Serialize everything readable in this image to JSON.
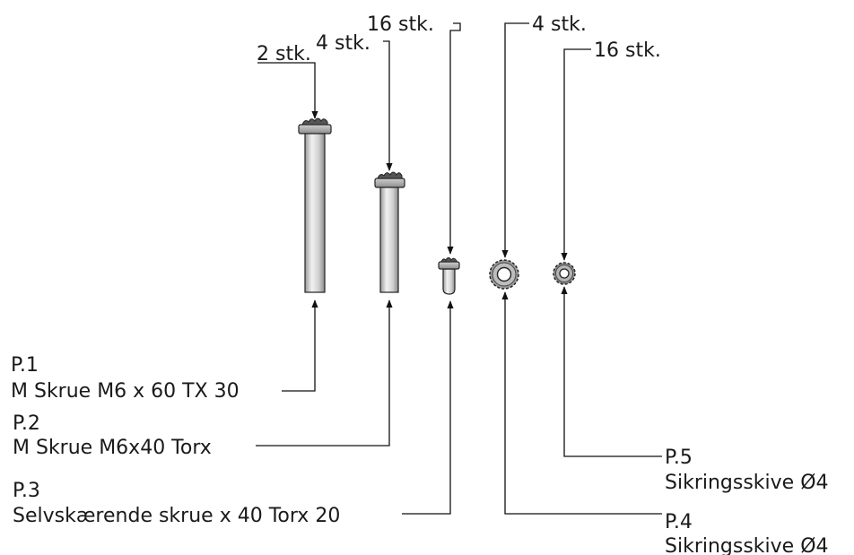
{
  "parts": [
    {
      "id": "P.1",
      "desc": "M Skrue M6 x 60 TX 30",
      "qty": "2 stk."
    },
    {
      "id": "P.2",
      "desc": "M Skrue M6x40 Torx",
      "qty": "4 stk."
    },
    {
      "id": "P.3",
      "desc": "Selvskærende skrue x 40 Torx 20",
      "qty": "16 stk."
    },
    {
      "id": "P.4",
      "desc": "Sikringsskive Ø4",
      "qty": "4 stk."
    },
    {
      "id": "P.5",
      "desc": "Sikringsskive Ø4",
      "qty": "16 stk."
    }
  ]
}
